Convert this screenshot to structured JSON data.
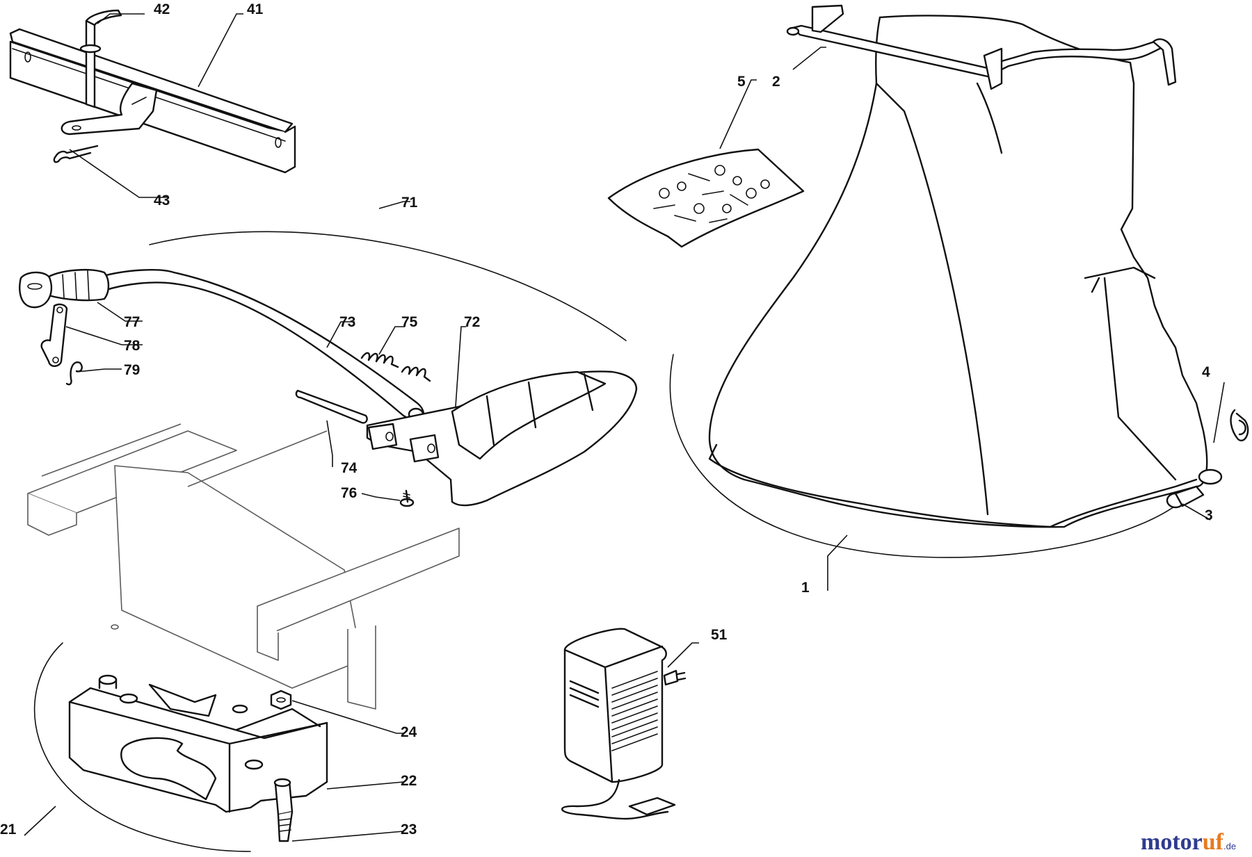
{
  "diagram": {
    "labels": {
      "p1": "1",
      "p2": "2",
      "p3": "3",
      "p4": "4",
      "p5": "5",
      "p21": "21",
      "p22": "22",
      "p23": "23",
      "p24": "24",
      "p41": "41",
      "p42": "42",
      "p43": "43",
      "p51": "51",
      "p71": "71",
      "p72": "72",
      "p73": "73",
      "p74": "74",
      "p75": "75",
      "p76": "76",
      "p77": "77",
      "p78": "78",
      "p79": "79"
    },
    "watermark": {
      "part1": "motor",
      "part2": "uf",
      "suffix": ".de"
    }
  }
}
